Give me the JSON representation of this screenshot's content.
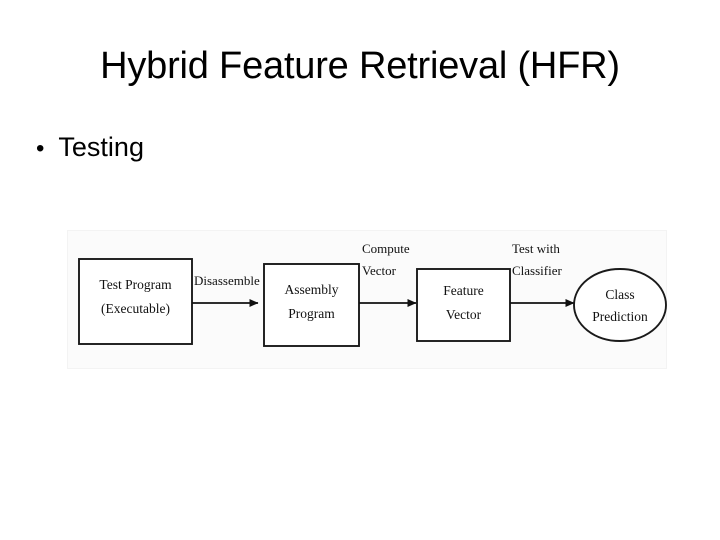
{
  "slide": {
    "title": "Hybrid Feature Retrieval (HFR)",
    "bullet_marker": "•",
    "bullet_text": "Testing"
  },
  "diagram": {
    "type": "flowchart",
    "orientation": "left-to-right",
    "nodes": [
      {
        "id": "test-program",
        "shape": "rectangle",
        "lines": [
          "Test Program",
          "(Executable)"
        ]
      },
      {
        "id": "assembly-program",
        "shape": "rectangle",
        "lines": [
          "Assembly",
          "Program"
        ]
      },
      {
        "id": "feature-vector",
        "shape": "rectangle",
        "lines": [
          "Feature",
          "Vector"
        ]
      },
      {
        "id": "class-prediction",
        "shape": "ellipse",
        "lines": [
          "Class",
          "Prediction"
        ]
      }
    ],
    "edges": [
      {
        "id": "disassemble",
        "from": "test-program",
        "to": "assembly-program",
        "lines": [
          "Disassemble"
        ]
      },
      {
        "id": "compute-vector",
        "from": "assembly-program",
        "to": "feature-vector",
        "lines": [
          "Compute",
          "Vector"
        ]
      },
      {
        "id": "test-with-classifier",
        "from": "feature-vector",
        "to": "class-prediction",
        "lines": [
          "Test with",
          "Classifier"
        ]
      }
    ],
    "colors": {
      "stroke": "#1a1a1a",
      "node_fill": "#ffffff",
      "panel_background": "#fbfbfb",
      "text": "#111111"
    }
  }
}
